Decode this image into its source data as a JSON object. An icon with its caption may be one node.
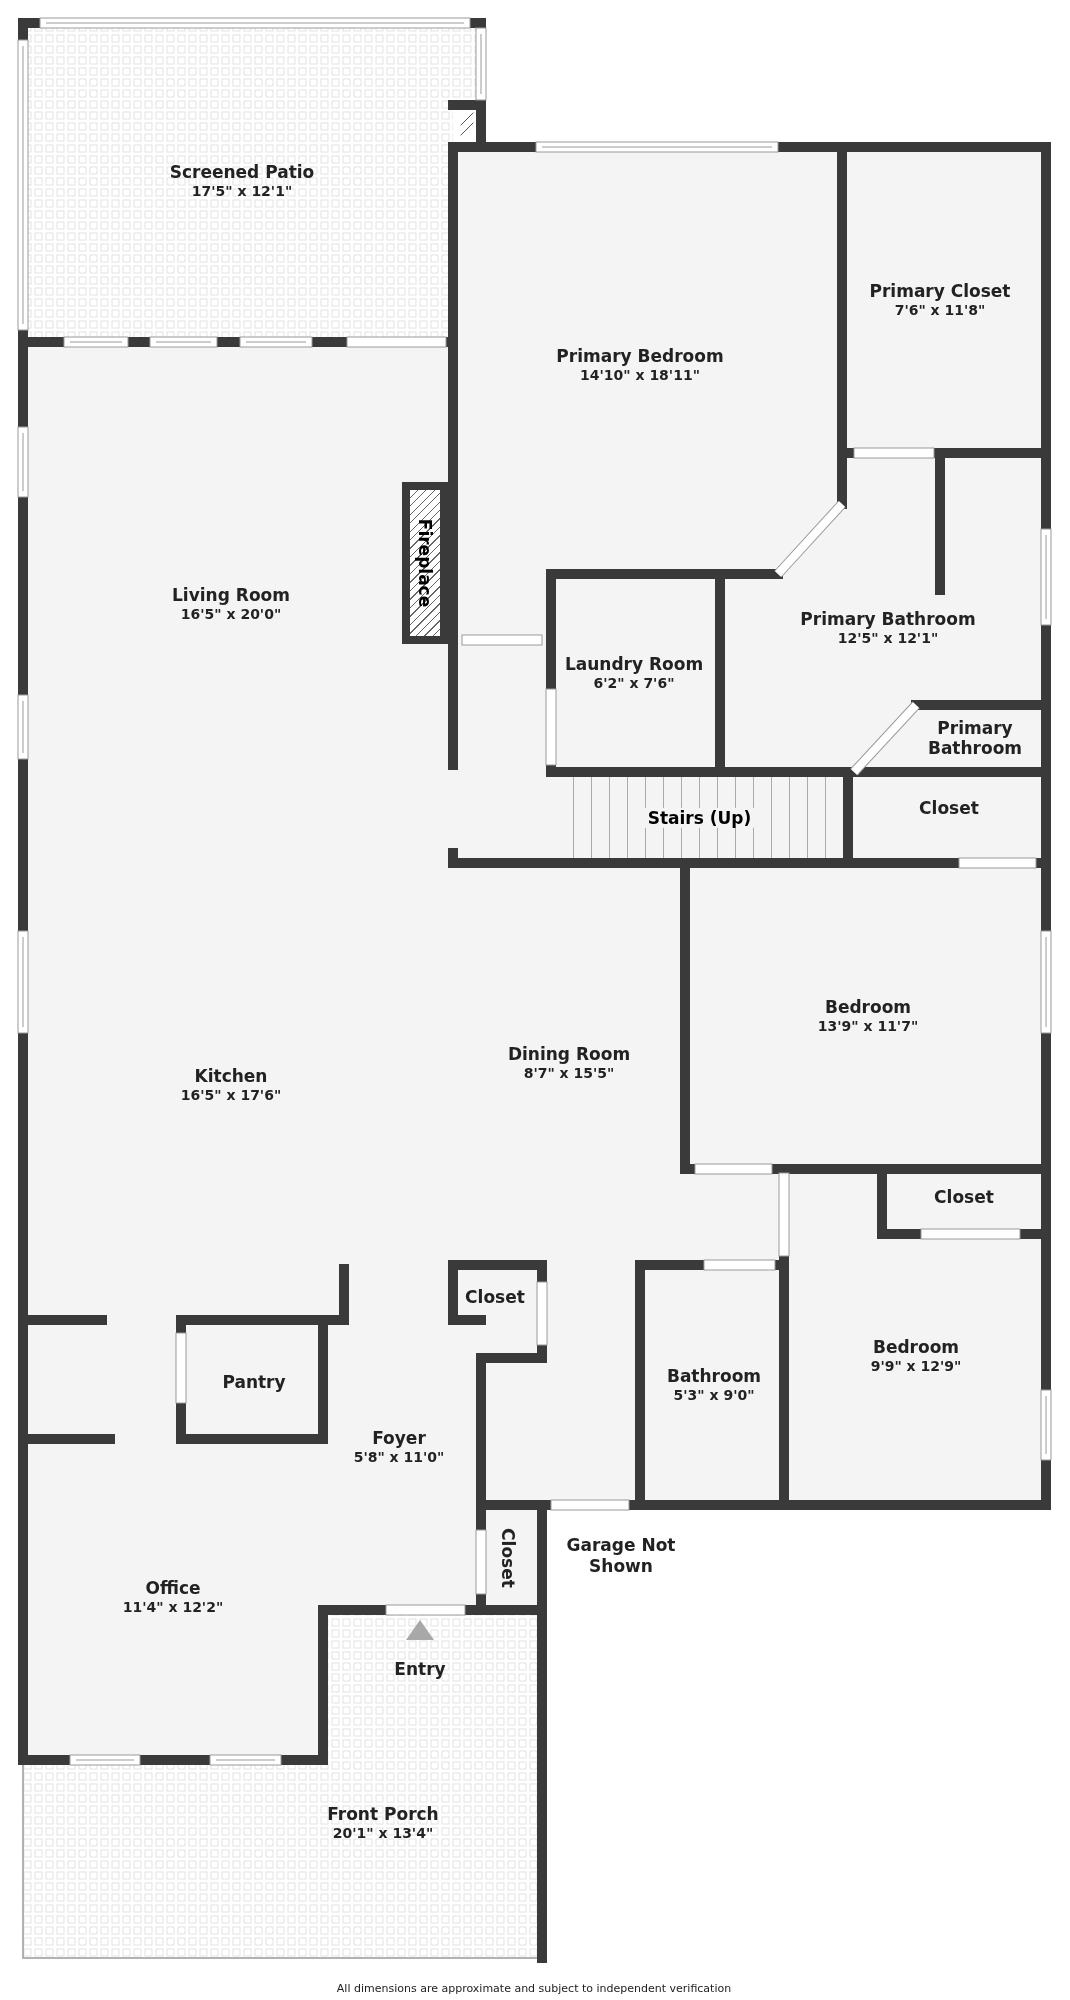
{
  "diagram": {
    "nodes": [
      {
        "text": [
          "Screened Patio",
          "17'5\" x 12'1\""
        ]
      },
      {
        "text": [
          "Primary Bedroom",
          "14'10\" x 18'11\""
        ]
      },
      {
        "text": [
          "Primary Closet",
          "7'6\" x 11'8\""
        ]
      },
      {
        "text": [
          "Fireplace"
        ]
      },
      {
        "text": [
          "Living Room",
          "16'5\" x 20'0\""
        ]
      },
      {
        "text": [
          "Primary Bathroom",
          "12'5\" x 12'1\""
        ]
      },
      {
        "text": [
          "Laundry Room",
          "6'2\" x 7'6\""
        ]
      },
      {
        "text": [
          "Primary Bathroom"
        ]
      },
      {
        "text": [
          "Stairs (Up)"
        ]
      },
      {
        "text": [
          "Closet"
        ]
      },
      {
        "text": [
          "Bedroom",
          "13'9\" x 11'7\""
        ]
      },
      {
        "text": [
          "Kitchen",
          "16'5\" x 17'6\""
        ]
      },
      {
        "text": [
          "Dining Room",
          "8'7\" x 15'5\""
        ]
      },
      {
        "text": [
          "Closet"
        ]
      },
      {
        "text": [
          "Closet"
        ]
      },
      {
        "text": [
          "Bedroom",
          "9'9\" x 12'9\""
        ]
      },
      {
        "text": [
          "Pantry"
        ]
      },
      {
        "text": [
          "Bathroom",
          "5'3\" x 9'0\""
        ]
      },
      {
        "text": [
          "Foyer",
          "5'8\" x 11'0\""
        ]
      },
      {
        "text": [
          "Office",
          "11'4\" x 12'2\""
        ]
      },
      {
        "text": [
          "Closet"
        ]
      },
      {
        "text": [
          "Front Porch",
          "20'1\" x 13'4\""
        ]
      }
    ],
    "edges": [],
    "labels": [
      "Garage Not Shown",
      "Entry",
      "All dimensions are approximate and subject to independent verification"
    ]
  }
}
